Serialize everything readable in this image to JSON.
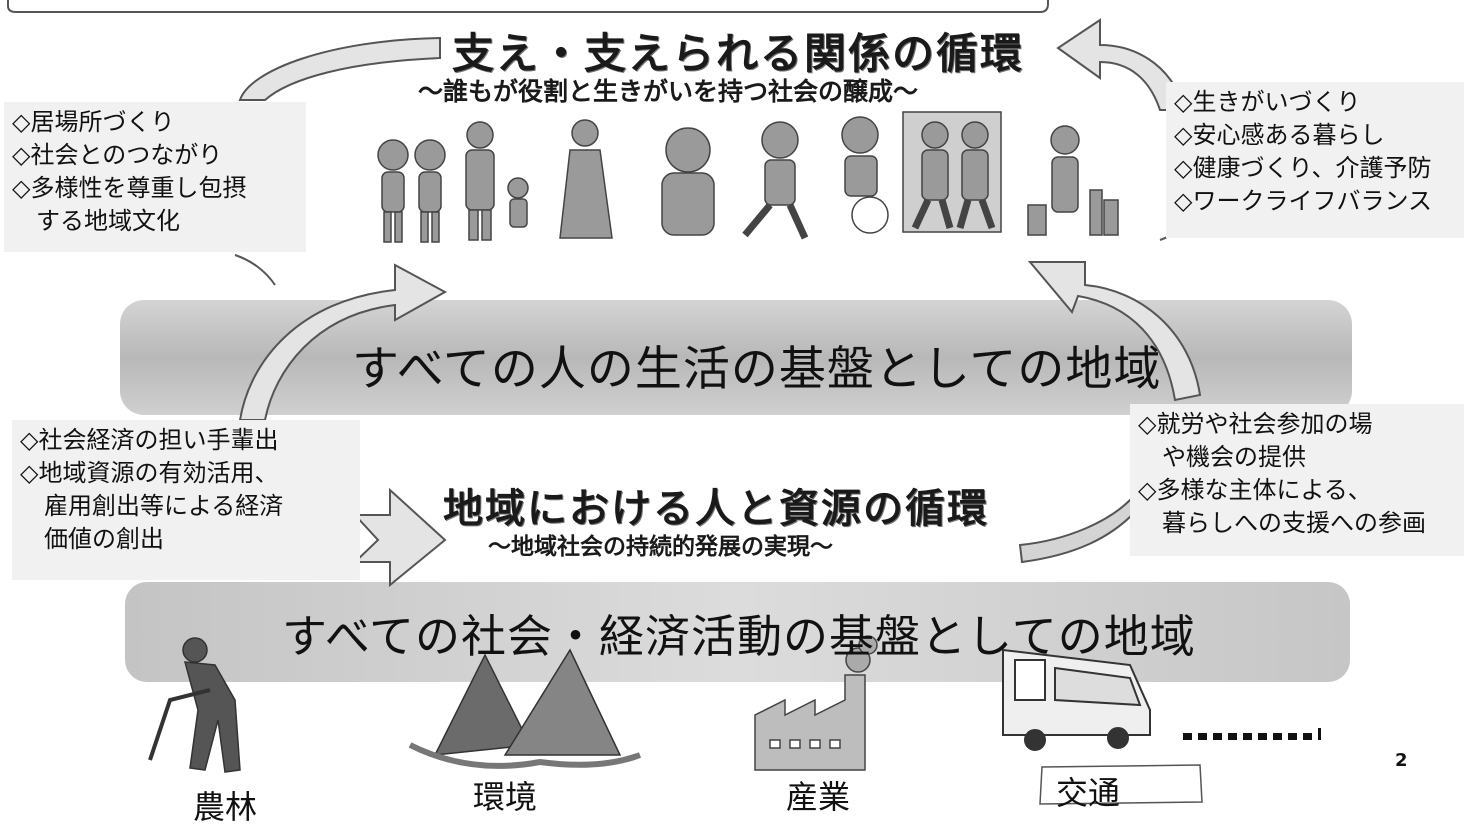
{
  "top_cycle": {
    "title": "支え・支えられる関係の循環",
    "subtitle": "～誰もが役割と生きがいを持つ社会の醸成～"
  },
  "left_top_box": {
    "items": [
      "◇居場所づくり",
      "◇社会とのつながり",
      "◇多様性を尊重し包摂",
      "する地域文化"
    ]
  },
  "right_top_box": {
    "items": [
      "◇生きがいづくり",
      "◇安心感ある暮らし",
      "◇健康づくり、介護予防",
      "◇ワークライフバランス"
    ]
  },
  "band_upper": {
    "label": "すべての人の生活の基盤としての地域"
  },
  "left_bottom_box": {
    "items": [
      "◇社会経済の担い手輩出",
      "◇地域資源の有効活用、",
      "雇用創出等による経済",
      "価値の創出"
    ]
  },
  "right_bottom_box": {
    "items": [
      "◇就労や社会参加の場",
      "や機会の提供",
      "◇多様な主体による、",
      "暮らしへの支援への参画"
    ]
  },
  "bottom_cycle": {
    "title": "地域における人と資源の循環",
    "subtitle": "～地域社会の持続的発展の実現～"
  },
  "band_lower": {
    "label": "すべての社会・経済活動の基盤としての地域"
  },
  "categories": [
    "農林",
    "環境",
    "産業",
    "交通"
  ],
  "page_number": "2",
  "colors": {
    "band": "#bdbdbd",
    "box": "#f1f1f1",
    "arrow_fill": "#e4e4e4",
    "arrow_stroke": "#666666"
  }
}
